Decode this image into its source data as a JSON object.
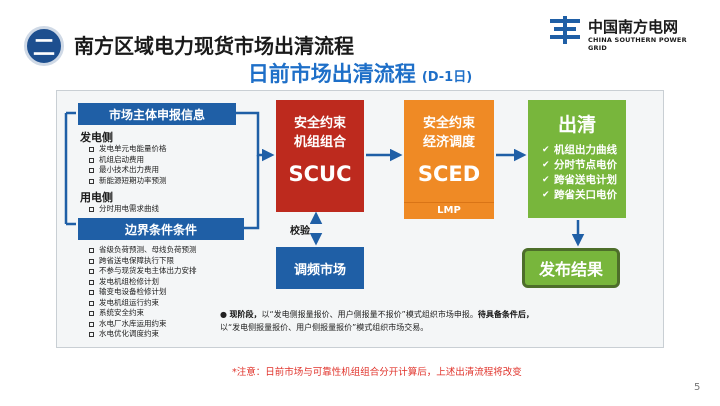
{
  "header": {
    "badge": "二",
    "title": "南方区域电力现货市场出清流程",
    "logo_cn": "中国南方电网",
    "logo_en": "CHINA SOUTHERN POWER GRID"
  },
  "flow_title": {
    "text": "日前市场出清流程",
    "sub": "(D-1日)"
  },
  "left": {
    "declare_box": "市场主体申报信息",
    "gen_side_heading": "发电侧",
    "gen_side_items": [
      "发电单元电能量价格",
      "机组启动费用",
      "最小技术出力费用",
      "新能源短期功率预测"
    ],
    "load_side_heading": "用电侧",
    "load_side_items": [
      "分时用电需求曲线"
    ],
    "boundary_box": "边界条件条件",
    "boundary_items": [
      "省级负荷预测、母线负荷预测",
      "跨省送电保障执行下限",
      "不参与现货发电主体出力安排",
      "发电机组检修计划",
      "输变电设备检修计划",
      "发电机组运行约束",
      "系统安全约束",
      "水电厂水库运用约束",
      "水电优化调度约束"
    ]
  },
  "scuc": {
    "line1": "安全约束",
    "line2": "机组组合",
    "abbr": "SCUC"
  },
  "sced": {
    "line1": "安全约束",
    "line2": "经济调度",
    "abbr": "SCED",
    "lmp": "LMP"
  },
  "clear": {
    "heading": "出清",
    "items": [
      "机组出力曲线",
      "分时节点电价",
      "跨省送电计划",
      "跨省关口电价"
    ]
  },
  "publish": "发布结果",
  "check_label": "校验",
  "freq_market": "调频市场",
  "note1": {
    "bullet": "●",
    "lead": "现阶段，",
    "text": "以“发电侧报量报价、用户侧报量不报价”模式组织市场申报。",
    "lead2": "待具备条件后，",
    "text2": "以“发电侧报量报价、用户侧报量报价”模式组织市场交易。"
  },
  "note2": "*注意：日前市场与可靠性机组组合分开计算后，上述出清流程将改变",
  "page_number": "5",
  "colors": {
    "blue": "#1f5fa6",
    "red": "#bd2a1e",
    "orange": "#ef8a25",
    "green": "#78b63c"
  }
}
